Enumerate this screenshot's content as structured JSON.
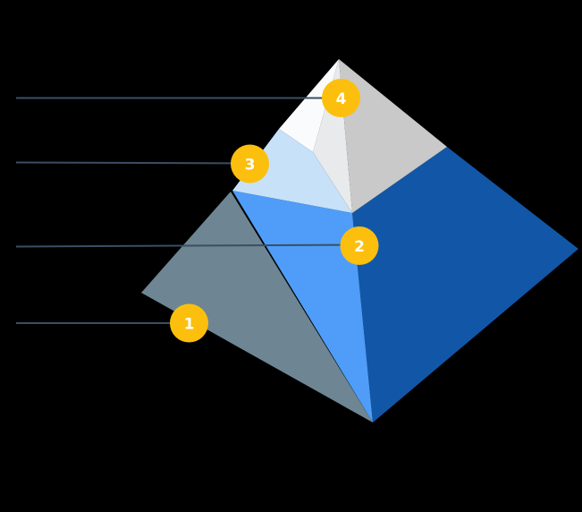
{
  "canvas": {
    "background": "#000000"
  },
  "pyramid": {
    "type": "pyramid-3d-4-levels",
    "faces": {
      "level1_left": "#6e8693",
      "level2_front": "#4f9df8",
      "level3_left": "#c7e1f9",
      "level4_left": "#fafbfc",
      "level4_front": "#e9eaeb",
      "level4_right": "#c9c9c9",
      "right_side": "#1257a7"
    }
  },
  "callouts": {
    "line_color": "#3a4f63",
    "badge_color": "#fcbf0e",
    "badge_text_color": "#ffffff",
    "items": [
      {
        "number": "1"
      },
      {
        "number": "2"
      },
      {
        "number": "3"
      },
      {
        "number": "4"
      }
    ]
  }
}
